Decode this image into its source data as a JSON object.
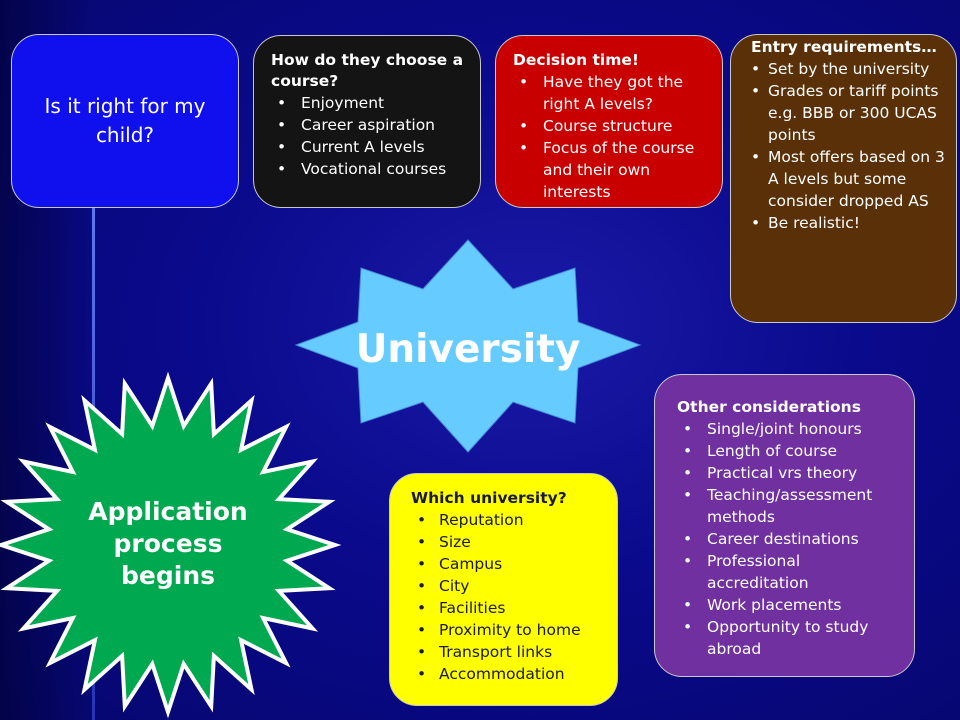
{
  "child_box": {
    "text": "Is it right for my child?"
  },
  "choose_box": {
    "title": "How do they choose a course?",
    "items": [
      "Enjoyment",
      "Career aspiration",
      "Current A levels",
      "Vocational courses"
    ]
  },
  "decision_box": {
    "title": "Decision time!",
    "items": [
      "Have they got the right A levels?",
      "Course structure",
      "Focus of the course and their own interests"
    ]
  },
  "entry_box": {
    "title": "Entry requirements…",
    "items": [
      "Set by the university",
      "Grades or tariff points e.g. BBB or 300 UCAS points",
      "Most offers based on 3 A levels but some consider dropped AS",
      "Be realistic!"
    ]
  },
  "center_star": {
    "text": "University",
    "fill": "#66ccff",
    "text_color": "#ffffff"
  },
  "application_star": {
    "lines": [
      "Application",
      "process",
      "begins"
    ],
    "fill": "#00a850",
    "text_color": "#ffffff"
  },
  "other_box": {
    "title": "Other considerations",
    "items": [
      "Single/joint honours",
      "Length of course",
      "Practical vrs theory",
      "Teaching/assessment methods",
      "Career destinations",
      "Professional accreditation",
      "Work placements",
      "Opportunity to study abroad"
    ]
  },
  "which_box": {
    "title": "Which university?",
    "items": [
      "Reputation",
      "Size",
      "Campus",
      "City",
      "Facilities",
      "Proximity to home",
      "Transport links",
      "Accommodation"
    ]
  },
  "colors": {
    "background": "#0a0a8c",
    "child_box": "#1010ee",
    "choose_box": "#141414",
    "decision_box": "#c80000",
    "entry_box": "#5a3008",
    "other_box": "#7030a0",
    "which_box": "#ffff00"
  }
}
